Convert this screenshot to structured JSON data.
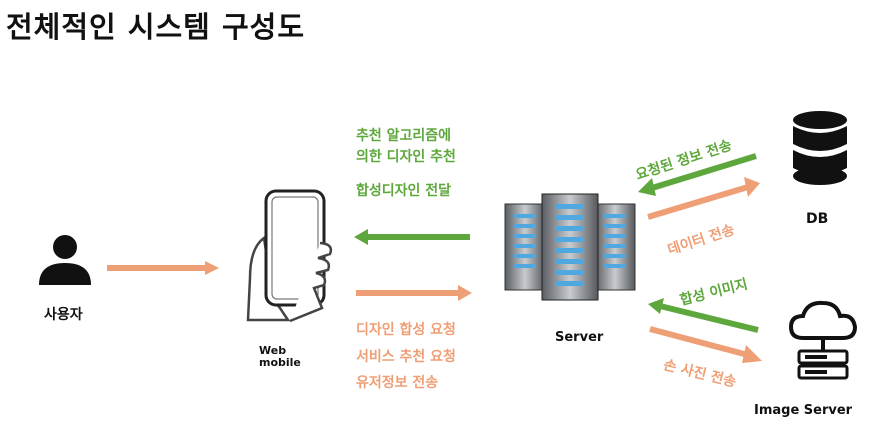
{
  "title": "전체적인 시스템 구성도",
  "nodes": {
    "user": "사용자",
    "client": "Web\nmobile",
    "server": "Server",
    "db": "DB",
    "image_server": "Image Server"
  },
  "client_labels": {
    "green": [
      "추천 알고리즘에",
      "의한 디자인 추천",
      "합성디자인 전달"
    ],
    "orange": [
      "디자인 합성 요청",
      "서비스 추천 요청",
      "유저정보 전송"
    ]
  },
  "db_labels": {
    "green": "요청된 정보 전송",
    "orange": "데이터 전송"
  },
  "image_labels": {
    "green": "합성 이미지",
    "orange": "손 사진 전송"
  },
  "colors": {
    "green": "#5ea73d",
    "orange": "#ef9f76"
  },
  "icons": [
    "user-icon",
    "phone-icon",
    "server-rack-icon",
    "database-icon",
    "cloud-server-icon"
  ]
}
